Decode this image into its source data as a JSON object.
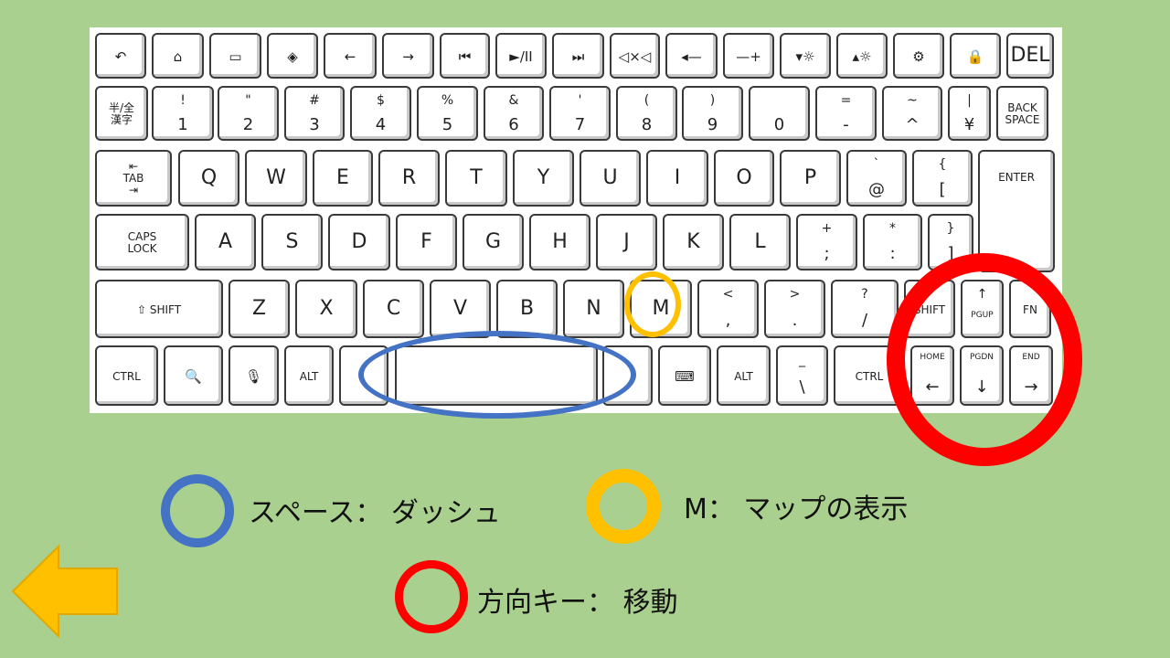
{
  "keyboard": {
    "rows": [
      [
        {
          "id": "back",
          "icon": "back-arrow-icon",
          "glyph": "↶"
        },
        {
          "id": "home",
          "icon": "home-icon",
          "glyph": "⌂"
        },
        {
          "id": "window",
          "icon": "window-icon",
          "glyph": "▭"
        },
        {
          "id": "overview",
          "icon": "overview-icon",
          "glyph": "◈"
        },
        {
          "id": "prev",
          "icon": "left-arrow-icon",
          "glyph": "←"
        },
        {
          "id": "next",
          "icon": "right-arrow-icon",
          "glyph": "→"
        },
        {
          "id": "prev-track",
          "icon": "previous-track-icon",
          "glyph": "⏮"
        },
        {
          "id": "play-pause",
          "icon": "play-pause-icon",
          "glyph": "►/II"
        },
        {
          "id": "next-track",
          "icon": "next-track-icon",
          "glyph": "⏭"
        },
        {
          "id": "mute",
          "icon": "mute-icon",
          "glyph": "◁×◁"
        },
        {
          "id": "vol-down",
          "icon": "volume-down-icon",
          "glyph": "◂—"
        },
        {
          "id": "vol-up",
          "icon": "volume-up-icon",
          "glyph": "—+"
        },
        {
          "id": "bright-down",
          "icon": "brightness-down-icon",
          "glyph": "▾☼"
        },
        {
          "id": "bright-up",
          "icon": "brightness-up-icon",
          "glyph": "▴☼"
        },
        {
          "id": "settings",
          "icon": "settings-icon",
          "glyph": "⚙"
        },
        {
          "id": "lock",
          "icon": "lock-icon",
          "glyph": "🔒"
        },
        {
          "id": "del",
          "label": "DEL"
        }
      ],
      [
        {
          "id": "hankaku",
          "small": "半/全\n漢字"
        },
        {
          "id": "1",
          "top": "!",
          "bottom": "1"
        },
        {
          "id": "2",
          "top": "\"",
          "bottom": "2"
        },
        {
          "id": "3",
          "top": "#",
          "bottom": "3"
        },
        {
          "id": "4",
          "top": "$",
          "bottom": "4"
        },
        {
          "id": "5",
          "top": "%",
          "bottom": "5"
        },
        {
          "id": "6",
          "top": "&",
          "bottom": "6"
        },
        {
          "id": "7",
          "top": "'",
          "bottom": "7"
        },
        {
          "id": "8",
          "top": "(",
          "bottom": "8"
        },
        {
          "id": "9",
          "top": ")",
          "bottom": "9"
        },
        {
          "id": "0",
          "top": "",
          "bottom": "0"
        },
        {
          "id": "minus",
          "top": "=",
          "bottom": "-"
        },
        {
          "id": "caret",
          "top": "~",
          "bottom": "^"
        },
        {
          "id": "yen",
          "top": "|",
          "bottom": "¥"
        },
        {
          "id": "backspace",
          "small": "BACK\nSPACE"
        }
      ],
      [
        {
          "id": "tab",
          "small": "⇤\nTAB\n⇥"
        },
        {
          "id": "q",
          "label": "Q"
        },
        {
          "id": "w",
          "label": "W"
        },
        {
          "id": "e",
          "label": "E"
        },
        {
          "id": "r",
          "label": "R"
        },
        {
          "id": "t",
          "label": "T"
        },
        {
          "id": "y",
          "label": "Y"
        },
        {
          "id": "u",
          "label": "U"
        },
        {
          "id": "i",
          "label": "I"
        },
        {
          "id": "o",
          "label": "O"
        },
        {
          "id": "p",
          "label": "P"
        },
        {
          "id": "at",
          "top": "`",
          "bottom": "@"
        },
        {
          "id": "bracket",
          "top": "{",
          "bottom": "["
        },
        {
          "id": "enter",
          "small": "ENTER"
        }
      ],
      [
        {
          "id": "caps",
          "small": "CAPS\nLOCK"
        },
        {
          "id": "a",
          "label": "A"
        },
        {
          "id": "s",
          "label": "S"
        },
        {
          "id": "d",
          "label": "D"
        },
        {
          "id": "f",
          "label": "F"
        },
        {
          "id": "g",
          "label": "G"
        },
        {
          "id": "h",
          "label": "H"
        },
        {
          "id": "j",
          "label": "J"
        },
        {
          "id": "k",
          "label": "K"
        },
        {
          "id": "l",
          "label": "L"
        },
        {
          "id": "semicolon",
          "top": "+",
          "bottom": ";"
        },
        {
          "id": "colon",
          "top": "*",
          "bottom": ":"
        },
        {
          "id": "rbracket",
          "top": "}",
          "bottom": "]"
        }
      ],
      [
        {
          "id": "lshift",
          "small": "⇧ SHIFT"
        },
        {
          "id": "z",
          "label": "Z"
        },
        {
          "id": "x",
          "label": "X"
        },
        {
          "id": "c",
          "label": "C"
        },
        {
          "id": "v",
          "label": "V"
        },
        {
          "id": "b",
          "label": "B"
        },
        {
          "id": "n",
          "label": "N"
        },
        {
          "id": "m",
          "label": "M"
        },
        {
          "id": "comma",
          "top": "<",
          "bottom": ","
        },
        {
          "id": "period",
          "top": ">",
          "bottom": "."
        },
        {
          "id": "slash",
          "top": "?",
          "bottom": "/"
        },
        {
          "id": "rshift",
          "small": "SHIFT"
        },
        {
          "id": "pgup",
          "top": "↑",
          "bottom": "PGUP"
        },
        {
          "id": "fn",
          "small": "FN"
        }
      ],
      [
        {
          "id": "ctrl",
          "small": "CTRL"
        },
        {
          "id": "search",
          "icon": "search-icon",
          "glyph": "🔍"
        },
        {
          "id": "mic",
          "icon": "microphone-icon",
          "glyph": "🎙"
        },
        {
          "id": "alt",
          "small": "ALT"
        },
        {
          "id": "muhenkan",
          "label": ""
        },
        {
          "id": "space",
          "label": ""
        },
        {
          "id": "henkan",
          "label": ""
        },
        {
          "id": "kbd",
          "icon": "keyboard-icon",
          "glyph": "⌨"
        },
        {
          "id": "ralt",
          "small": "ALT"
        },
        {
          "id": "backslash",
          "top": "_",
          "bottom": "\\"
        },
        {
          "id": "rctrl",
          "small": "CTRL"
        },
        {
          "id": "home2",
          "top": "HOME",
          "bottom": "←"
        },
        {
          "id": "pgdn",
          "top": "PGDN",
          "bottom": "↓"
        },
        {
          "id": "end",
          "top": "END",
          "bottom": "→"
        }
      ]
    ]
  },
  "legend": {
    "space": {
      "label": "スペース： ダッシュ",
      "color": "#4472c4"
    },
    "map": {
      "label": "M： マップの表示",
      "color": "#ffc000"
    },
    "move": {
      "label": "方向キー： 移動",
      "color": "#ff0000"
    }
  },
  "back_button": {
    "icon": "left-arrow-icon",
    "color": "#ffc000"
  }
}
